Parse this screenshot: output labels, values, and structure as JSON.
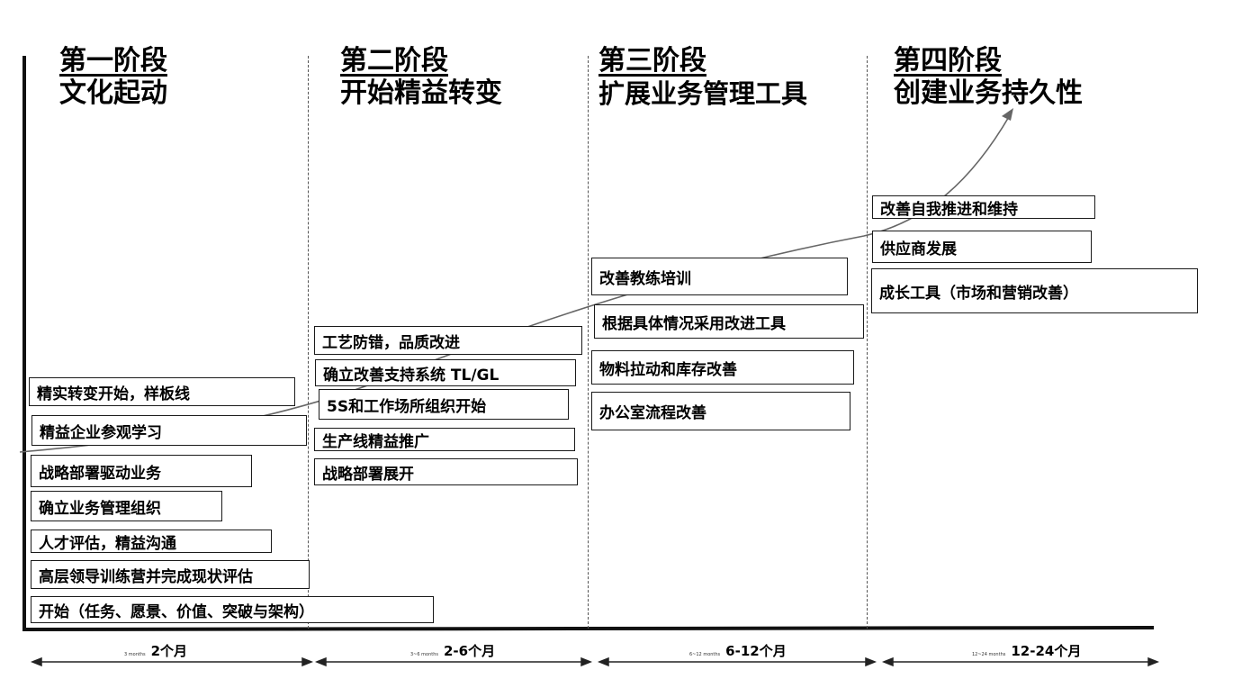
{
  "phases": [
    {
      "title": "第一阶段",
      "subtitle": "文化起动"
    },
    {
      "title": "第二阶段",
      "subtitle": "开始精益转变"
    },
    {
      "title": "第三阶段",
      "subtitle": "扩展业务管理工具"
    },
    {
      "title": "第四阶段",
      "subtitle": "创建业务持久性"
    }
  ],
  "phase1_items": [
    "精实转变开始，样板线",
    "精益企业参观学习",
    "战略部署驱动业务",
    "确立业务管理组织",
    "人才评估，精益沟通",
    "高层领导训练营并完成现状评估",
    "开始（任务、愿景、价值、突破与架构）"
  ],
  "phase2_items": [
    "工艺防错，品质改进",
    "确立改善支持系统 TL/GL",
    "5S和工作场所组织开始",
    "生产线精益推广",
    "战略部署展开"
  ],
  "phase3_items": [
    "改善教练培训",
    "根据具体情况采用改进工具",
    "物料拉动和库存改善",
    "办公室流程改善"
  ],
  "phase4_items": [
    "改善自我推进和维持",
    "供应商发展",
    "成长工具（市场和营销改善）"
  ],
  "durations": [
    {
      "small": "3 months",
      "label": "2个月"
    },
    {
      "small": "3~6 months",
      "label": "2-6个月"
    },
    {
      "small": "6~12 months",
      "label": "6-12个月"
    },
    {
      "small": "12~24 months",
      "label": "12-24个月"
    }
  ],
  "colors": {
    "line": "#111111",
    "curve": "#666666",
    "divider": "#555555"
  }
}
